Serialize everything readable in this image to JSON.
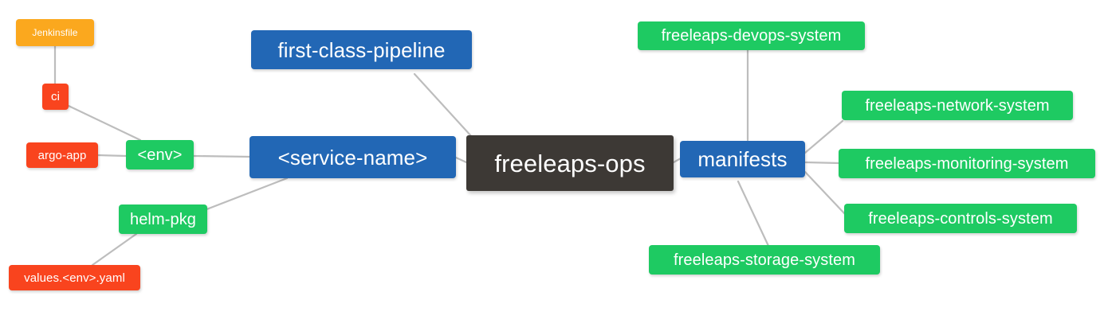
{
  "diagram": {
    "type": "mindmap",
    "title": "freeleaps-ops",
    "background_color": "#ffffff",
    "edge_color": "#bdbdbd",
    "palette": {
      "root": "#3d3935",
      "blue": "#2267b5",
      "green": "#1eca62",
      "red": "#f9441e",
      "amber": "#fba81e"
    }
  },
  "nodes": {
    "root": {
      "label": "freeleaps-ops",
      "color": "#3d3935"
    },
    "service_name": {
      "label": "<service-name>",
      "color": "#2267b5"
    },
    "first_class_pipeline": {
      "label": "first-class-pipeline",
      "color": "#2267b5"
    },
    "manifests": {
      "label": "manifests",
      "color": "#2267b5"
    },
    "env": {
      "label": "<env>",
      "color": "#1eca62"
    },
    "helm_pkg": {
      "label": "helm-pkg",
      "color": "#1eca62"
    },
    "ci": {
      "label": "ci",
      "color": "#f9441e"
    },
    "argo_app": {
      "label": "argo-app",
      "color": "#f9441e"
    },
    "values_yaml": {
      "label": "values.<env>.yaml",
      "color": "#f9441e"
    },
    "jenkinsfile": {
      "label": "Jenkinsfile",
      "color": "#fba81e"
    },
    "devops_system": {
      "label": "freeleaps-devops-system",
      "color": "#1eca62"
    },
    "network_system": {
      "label": "freeleaps-network-system",
      "color": "#1eca62"
    },
    "monitoring_system": {
      "label": "freeleaps-monitoring-system",
      "color": "#1eca62"
    },
    "controls_system": {
      "label": "freeleaps-controls-system",
      "color": "#1eca62"
    },
    "storage_system": {
      "label": "freeleaps-storage-system",
      "color": "#1eca62"
    }
  },
  "edges": [
    {
      "from": "root",
      "to": "service_name"
    },
    {
      "from": "root",
      "to": "manifests"
    },
    {
      "from": "service_name",
      "to": "first_class_pipeline"
    },
    {
      "from": "service_name",
      "to": "env"
    },
    {
      "from": "service_name",
      "to": "helm_pkg"
    },
    {
      "from": "env",
      "to": "ci"
    },
    {
      "from": "env",
      "to": "argo_app"
    },
    {
      "from": "ci",
      "to": "jenkinsfile"
    },
    {
      "from": "helm_pkg",
      "to": "values_yaml"
    },
    {
      "from": "manifests",
      "to": "devops_system"
    },
    {
      "from": "manifests",
      "to": "network_system"
    },
    {
      "from": "manifests",
      "to": "monitoring_system"
    },
    {
      "from": "manifests",
      "to": "controls_system"
    },
    {
      "from": "manifests",
      "to": "storage_system"
    }
  ]
}
